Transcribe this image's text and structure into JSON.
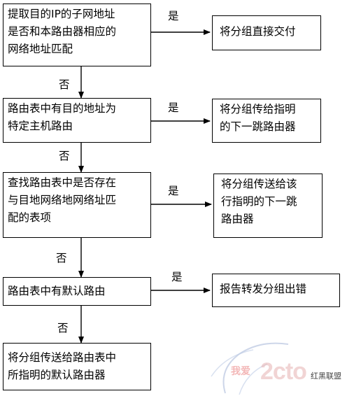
{
  "diagram": {
    "decisions": [
      {
        "text": "提取目的IP的子网地址\n是否和本路由器相应的\n网络地址匹配",
        "yes_label": "是",
        "no_label": "否",
        "action": "将分组直接交付"
      },
      {
        "text": "路由表中有目的地址为\n特定主机路由",
        "yes_label": "是",
        "no_label": "否",
        "action": "将分组传给指明\n的下一跳路由器"
      },
      {
        "text": "查找路由表中是否存在\n与目地网络地网络址匹\n配的表项",
        "yes_label": "是",
        "no_label": "否",
        "action": "将分组传送给该\n行指明的下一跳\n路由器"
      },
      {
        "text": "路由表中有默认路由",
        "yes_label": "是",
        "no_label": "否",
        "action": "报告转发分组出错"
      }
    ],
    "final": "将分组传送给路由表中\n所指明的默认路由器"
  },
  "watermark": {
    "text": "我爱",
    "big": "2cto",
    "tag": "红黑联盟"
  }
}
